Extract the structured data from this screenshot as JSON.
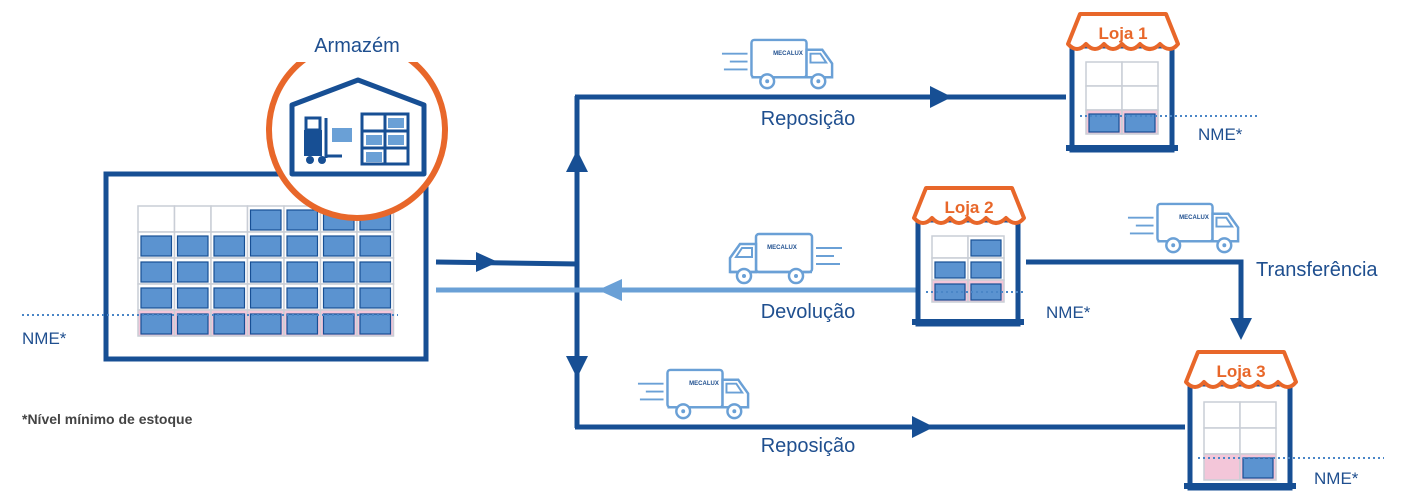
{
  "colors": {
    "primary": "#174f94",
    "light": "#6aa0d6",
    "orange": "#e8672a",
    "box": "#5b93d0",
    "pink": "#f3c6d9",
    "rack": "#c9ced6",
    "dotted": "#4a86c7"
  },
  "warehouse": {
    "label": "Armazém",
    "nme": "NME*"
  },
  "footnote": "*Nível mínimo de estoque",
  "flows": {
    "top": "Reposição",
    "return": "Devolução",
    "bottom": "Reposição",
    "transfer": "Transferência"
  },
  "stores": [
    {
      "name": "Loja 1",
      "nme": "NME*"
    },
    {
      "name": "Loja 2",
      "nme": "NME*"
    },
    {
      "name": "Loja 3",
      "nme": "NME*"
    }
  ],
  "truck_brand": "MECALUX"
}
